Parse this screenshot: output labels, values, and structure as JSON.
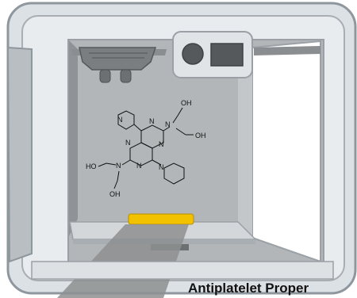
{
  "caption": "Antiplatelet Proper",
  "molecule": {
    "atoms": {
      "oh_top": "OH",
      "oh_right": "OH",
      "ho_left": "HO",
      "oh_bottom": "OH",
      "n": "N"
    }
  },
  "colors": {
    "frame_outer": "#d9dee2",
    "frame_edge": "#8f979e",
    "chamber_back": "#b3b6b8",
    "chamber_side": "#8a8e91",
    "right_window": "#ffffff",
    "build_plate": "#d4d7d9",
    "filament_rod": "#f2c200",
    "light_beam": "#8d8f91",
    "nozzle": "#6c7073"
  }
}
